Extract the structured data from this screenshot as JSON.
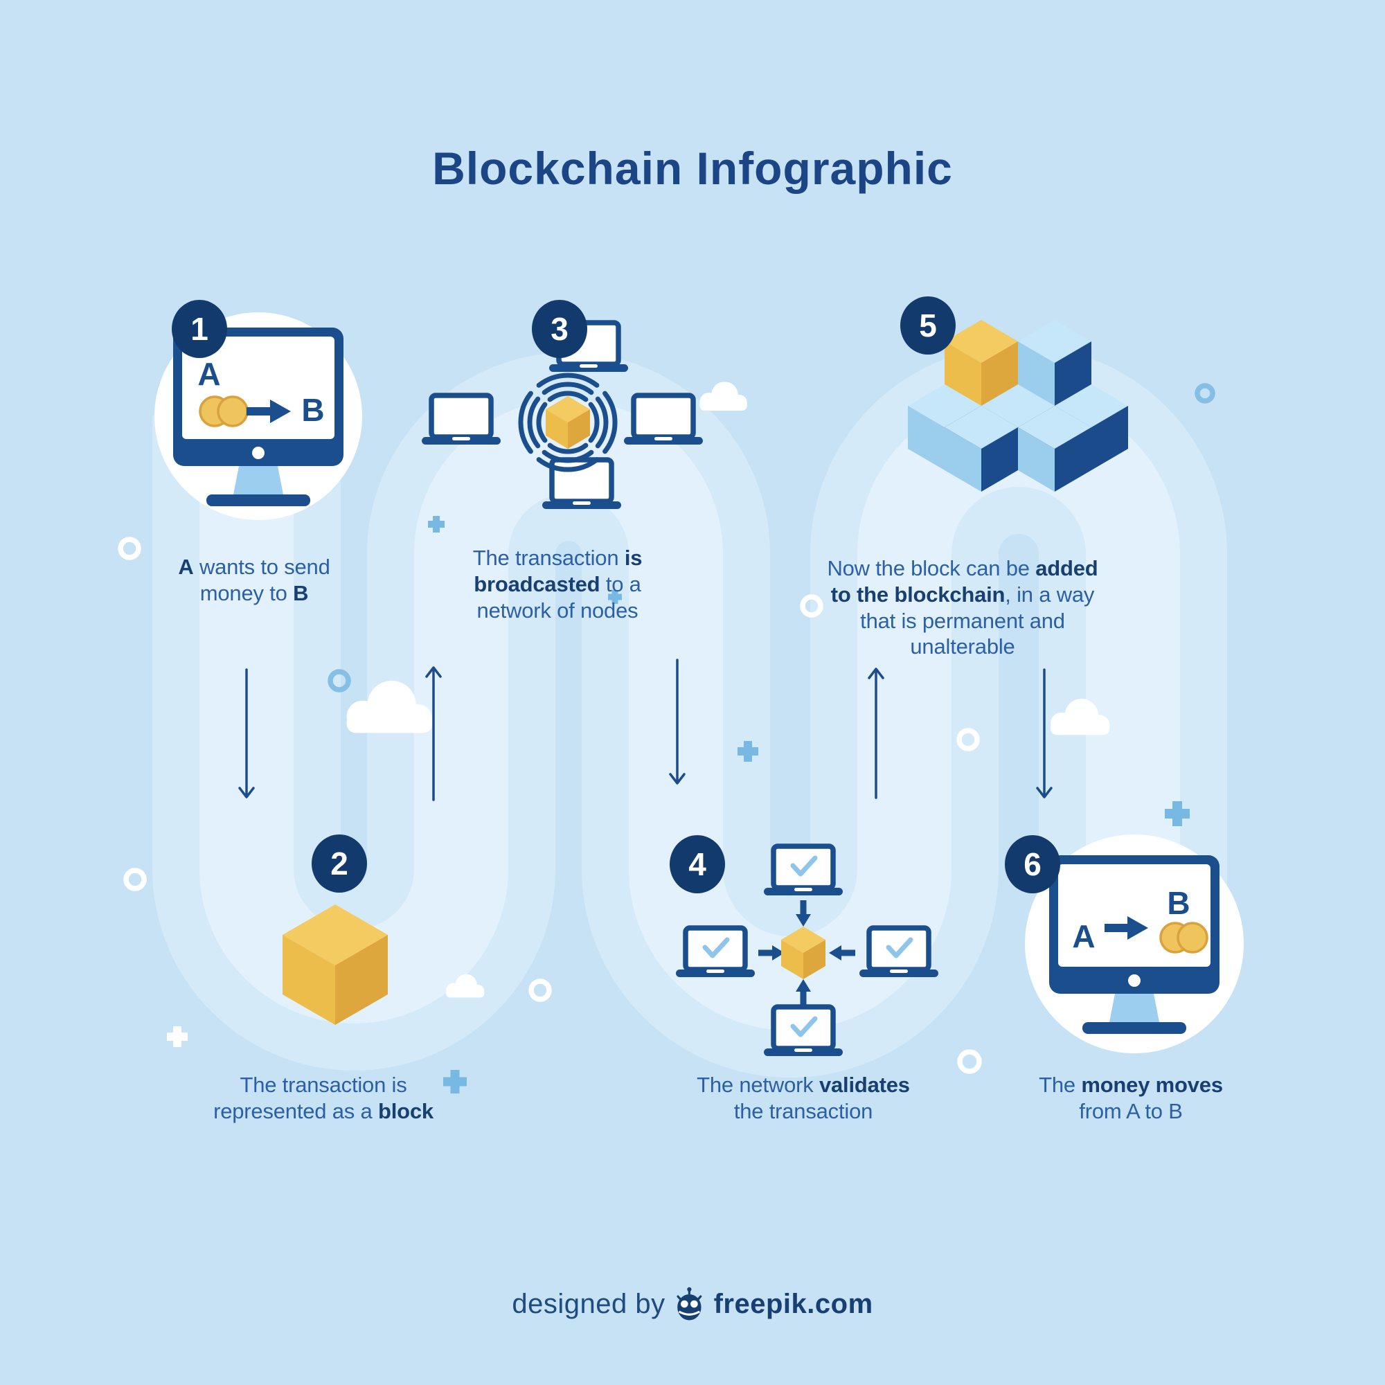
{
  "title": "Blockchain Infographic",
  "footer": {
    "designed_by": "designed by",
    "brand": "freepik.com"
  },
  "palette": {
    "background": "#C7E2F4",
    "tube": "#D5EAF9",
    "tube_highlight": "#E3F1FC",
    "navy_icon": "#1A4E8C",
    "badge": "#123A6D",
    "text_regular": "#2B5FA6",
    "text_bold": "#173F72",
    "block_yellow_top": "#F3CB60",
    "block_yellow_left": "#EDBD4B",
    "block_yellow_right": "#DEA73D",
    "chain_cube_top": "#C6E6FA",
    "chain_cube_left": "#9BCDED",
    "chain_cube_right": "#1B4B8B",
    "checkmark": "#8FC5EA",
    "plus_decoration": "#77B9E2",
    "coin": "#F0C45C"
  },
  "monitor_labels": {
    "a1": "A",
    "b1": "B",
    "a6": "A",
    "b6": "B"
  },
  "steps": [
    {
      "num": "1",
      "caption": {
        "r0": "",
        "b0": "A",
        "r1": " wants to send money to ",
        "b1": "B",
        "r2": ""
      }
    },
    {
      "num": "2",
      "caption": {
        "r0": "The transaction is represented as a ",
        "b0": "block",
        "r1": "",
        "b1": "",
        "r2": ""
      }
    },
    {
      "num": "3",
      "caption": {
        "r0": "The transaction ",
        "b0": "is broadcasted",
        "r1": " to a network of nodes",
        "b1": "",
        "r2": ""
      }
    },
    {
      "num": "4",
      "caption": {
        "r0": "The network ",
        "b0": "validates",
        "r1": " the transaction",
        "b1": "",
        "r2": ""
      }
    },
    {
      "num": "5",
      "caption": {
        "r0": "Now the block can be ",
        "b0": "added to the blockchain",
        "r1": ", in a way that is permanent and unalterable",
        "b1": "",
        "r2": ""
      }
    },
    {
      "num": "6",
      "caption": {
        "r0": "The ",
        "b0": "money moves",
        "r1": " from A to B",
        "b1": "",
        "r2": ""
      }
    }
  ]
}
